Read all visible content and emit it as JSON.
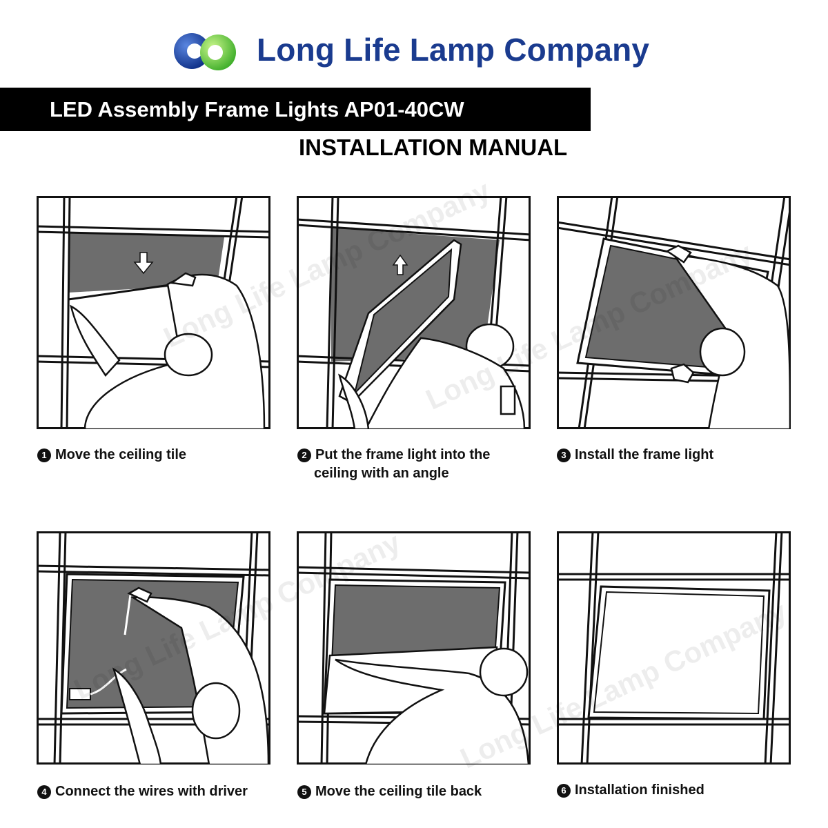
{
  "header": {
    "company_name": "Long Life Lamp Company",
    "product_title": "LED Assembly Frame Lights AP01-40CW",
    "manual_title": "INSTALLATION MANUAL",
    "brand_color": "#1a3b8f",
    "logo": "two-ring-logo"
  },
  "steps": [
    {
      "number": "1",
      "line1": "Move the ceiling tile",
      "line2": ""
    },
    {
      "number": "2",
      "line1": "Put the frame light into the",
      "line2": "ceiling with an angle"
    },
    {
      "number": "3",
      "line1": "Install the frame light",
      "line2": ""
    },
    {
      "number": "4",
      "line1": "Connect the wires with driver",
      "line2": ""
    },
    {
      "number": "5",
      "line1": "Move the ceiling tile back",
      "line2": ""
    },
    {
      "number": "6",
      "line1": "Installation finished",
      "line2": ""
    }
  ],
  "watermark_text": "Long Life Lamp Company",
  "colors": {
    "tile_gray": "#6d6d6d",
    "panel_white": "#ffffff"
  }
}
